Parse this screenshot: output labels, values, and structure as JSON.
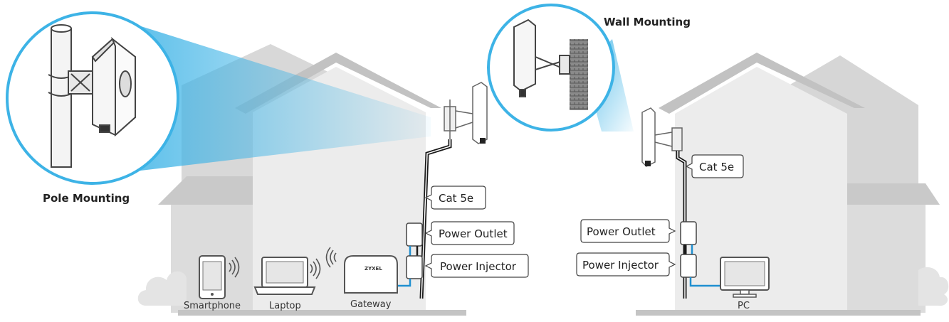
{
  "labels": {
    "pole_mounting": "Pole Mounting",
    "wall_mounting": "Wall Mounting",
    "cat5e_left": "Cat 5e",
    "cat5e_right": "Cat 5e",
    "power_outlet_left": "Power Outlet",
    "power_injector_left": "Power Injector",
    "power_outlet_right": "Power Outlet",
    "power_injector_right": "Power Injector",
    "smartphone": "Smartphone",
    "laptop": "Laptop",
    "gateway": "Gateway",
    "gateway_brand": "ZYXEL",
    "pc": "PC"
  },
  "colors": {
    "house_front": "#ececec",
    "house_back": "#d6d6d6",
    "roof": "#c9c9c9",
    "ground": "#c4c4c4",
    "cloud": "#e3e3e3",
    "cable": "#1a1a1a",
    "ethernet_blue": "#1f8fd0",
    "spotlight": "#3db3e6",
    "outline": "#555555",
    "callout_border": "#444444",
    "text": "#222222"
  },
  "icons": [
    "smartphone-icon",
    "laptop-icon",
    "gateway-icon",
    "pc-monitor-icon",
    "wifi-waves-icon",
    "antenna-icon",
    "pole-mount-icon",
    "wall-mount-icon"
  ]
}
